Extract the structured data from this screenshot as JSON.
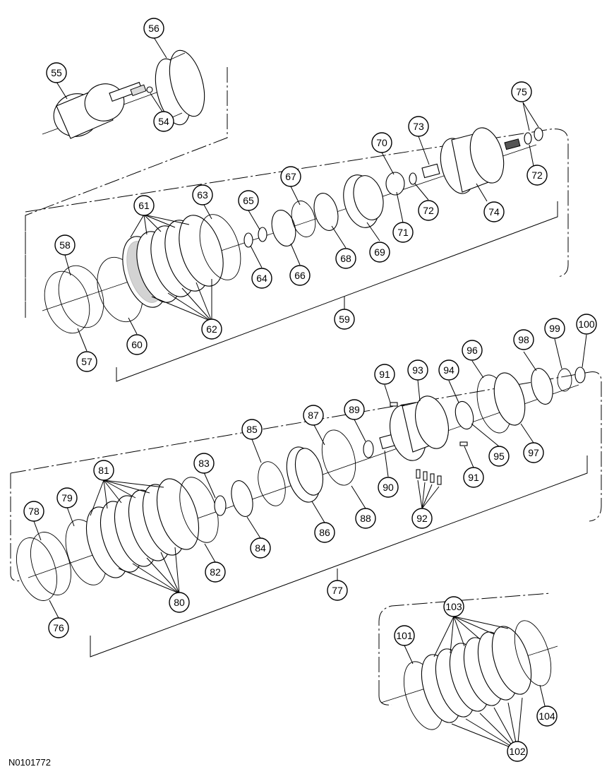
{
  "figure_id": "N0101772",
  "callouts": [
    "54",
    "55",
    "56",
    "57",
    "58",
    "59",
    "60",
    "61",
    "62",
    "63",
    "64",
    "65",
    "66",
    "67",
    "68",
    "69",
    "70",
    "71",
    "72",
    "73",
    "74",
    "75",
    "76",
    "77",
    "78",
    "79",
    "80",
    "81",
    "82",
    "83",
    "84",
    "85",
    "86",
    "87",
    "88",
    "89",
    "90",
    "91",
    "92",
    "93",
    "94",
    "95",
    "96",
    "97",
    "98",
    "99",
    "100",
    "101",
    "102",
    "103",
    "104"
  ]
}
